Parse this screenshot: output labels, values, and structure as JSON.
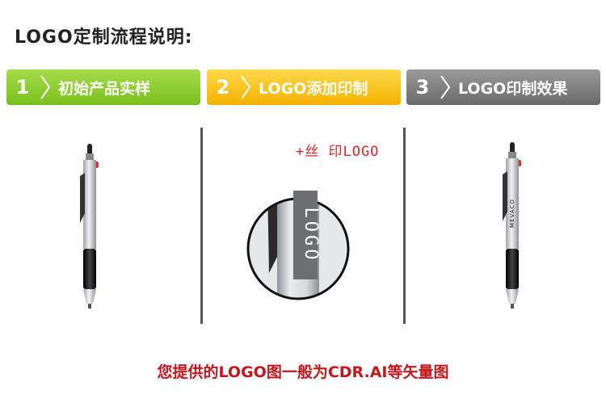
{
  "title": "LOGO定制流程说明:",
  "steps": [
    {
      "num": "1",
      "label": "初始产品实样",
      "color": "#7cc323"
    },
    {
      "num": "2",
      "label": "LOGO添加印制",
      "color": "#f6b500"
    },
    {
      "num": "3",
      "label": "LOGO印制效果",
      "color": "#707070"
    }
  ],
  "print_label": "+丝 印LOGO",
  "zoom_logo_text": "LOGO",
  "pen_brand_text": "MEVACO",
  "footer": "您提供的LOGO图一般为CDR.AI等矢量图",
  "colors": {
    "footer_red": "#c4161c",
    "label_red": "#d9252a",
    "pen_silver": "#cfd2d6",
    "grip_black": "#1a1a1a"
  }
}
